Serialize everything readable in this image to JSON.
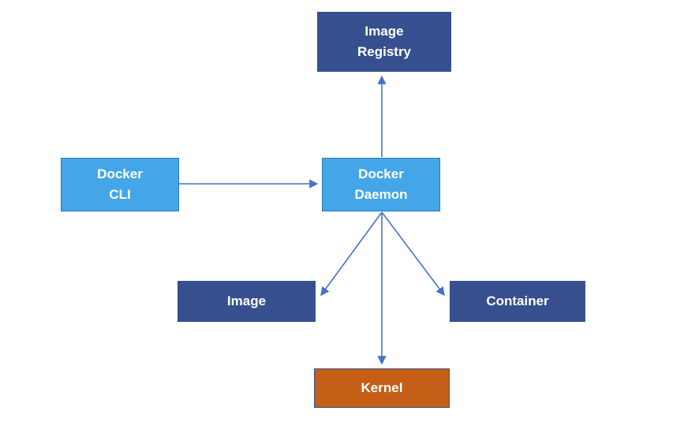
{
  "diagram": {
    "description": "Docker architecture diagram",
    "nodes": {
      "image_registry": {
        "line1": "Image",
        "line2": "Registry",
        "color_role": "dark_blue"
      },
      "docker_cli": {
        "line1": "Docker",
        "line2": "CLI",
        "color_role": "light_blue"
      },
      "docker_daemon": {
        "line1": "Docker",
        "line2": "Daemon",
        "color_role": "light_blue"
      },
      "image": {
        "label": "Image",
        "color_role": "dark_blue"
      },
      "container": {
        "label": "Container",
        "color_role": "dark_blue"
      },
      "kernel": {
        "label": "Kernel",
        "color_role": "orange"
      }
    },
    "edges": [
      {
        "from": "docker_cli",
        "to": "docker_daemon",
        "arrowhead": "at-daemon"
      },
      {
        "from": "docker_daemon",
        "to": "image_registry",
        "arrowhead": "at-registry"
      },
      {
        "from": "docker_daemon",
        "to": "image",
        "arrowhead": "at-image"
      },
      {
        "from": "docker_daemon",
        "to": "container",
        "arrowhead": "at-container"
      },
      {
        "from": "docker_daemon",
        "to": "kernel",
        "arrowhead": "at-kernel"
      }
    ]
  },
  "colors": {
    "dark_blue": "#36508F",
    "light_blue": "#44A6E8",
    "light_blue_border": "#2E75B6",
    "orange": "#C55F17",
    "kernel_border": "#2F5496",
    "arrow": "#4472C4",
    "background": "#FFFFFF",
    "node_text": "#FFFFFF"
  }
}
